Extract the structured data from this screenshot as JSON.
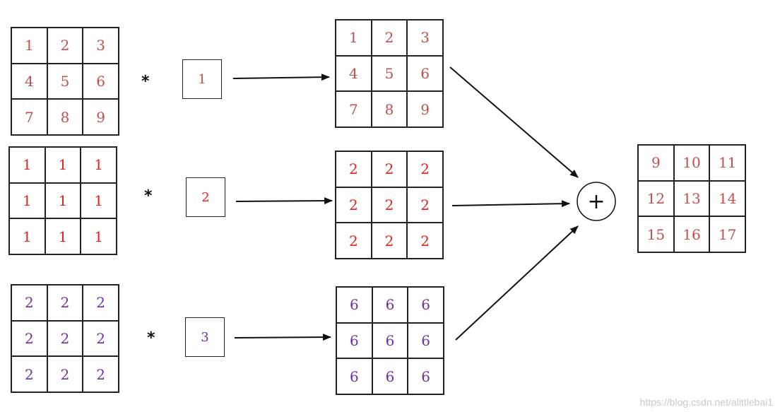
{
  "colors": {
    "row1": "#c0504d",
    "row2": "#e8201a",
    "row3": "#7030a0",
    "result": "#c0504d",
    "line": "#111111"
  },
  "rows": [
    {
      "input": [
        "1",
        "2",
        "3",
        "4",
        "5",
        "6",
        "7",
        "8",
        "9"
      ],
      "op": "*",
      "weight": "1",
      "output": [
        "1",
        "2",
        "3",
        "4",
        "5",
        "6",
        "7",
        "8",
        "9"
      ]
    },
    {
      "input": [
        "1",
        "1",
        "1",
        "1",
        "1",
        "1",
        "1",
        "1",
        "1"
      ],
      "op": "*",
      "weight": "2",
      "output": [
        "2",
        "2",
        "2",
        "2",
        "2",
        "2",
        "2",
        "2",
        "2"
      ]
    },
    {
      "input": [
        "2",
        "2",
        "2",
        "2",
        "2",
        "2",
        "2",
        "2",
        "2"
      ],
      "op": "*",
      "weight": "3",
      "output": [
        "6",
        "6",
        "6",
        "6",
        "6",
        "6",
        "6",
        "6",
        "6"
      ]
    }
  ],
  "sum_symbol": "+",
  "result": [
    "9",
    "10",
    "11",
    "12",
    "13",
    "14",
    "15",
    "16",
    "17"
  ],
  "watermark": "https://blog.csdn.net/alittlebai1"
}
